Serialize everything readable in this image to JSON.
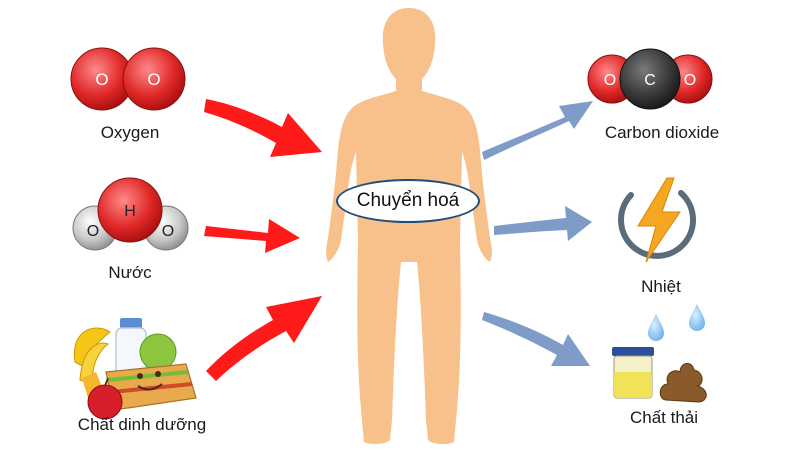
{
  "center": {
    "label": "Chuyển hoá"
  },
  "inputs": [
    {
      "label": "Oxygen"
    },
    {
      "label": "Nước"
    },
    {
      "label": "Chất dinh dưỡng"
    }
  ],
  "outputs": [
    {
      "label": "Carbon dioxide"
    },
    {
      "label": "Nhiệt"
    },
    {
      "label": "Chất thải"
    }
  ],
  "molecules": {
    "oxygen": [
      "O",
      "O"
    ],
    "water": [
      "O",
      "H",
      "O"
    ],
    "co2": [
      "O",
      "C",
      "O"
    ]
  },
  "colors": {
    "body": "#f8c08a",
    "input_arrow": "#ff1a1a",
    "output_arrow": "#7f9cc9",
    "oxygen_atom": "#e23b3b",
    "hydrogen_atom": "#cccccc",
    "carbon_atom": "#3a3a3a",
    "bolt": "#f5a623",
    "ring": "#5a6b7a"
  }
}
